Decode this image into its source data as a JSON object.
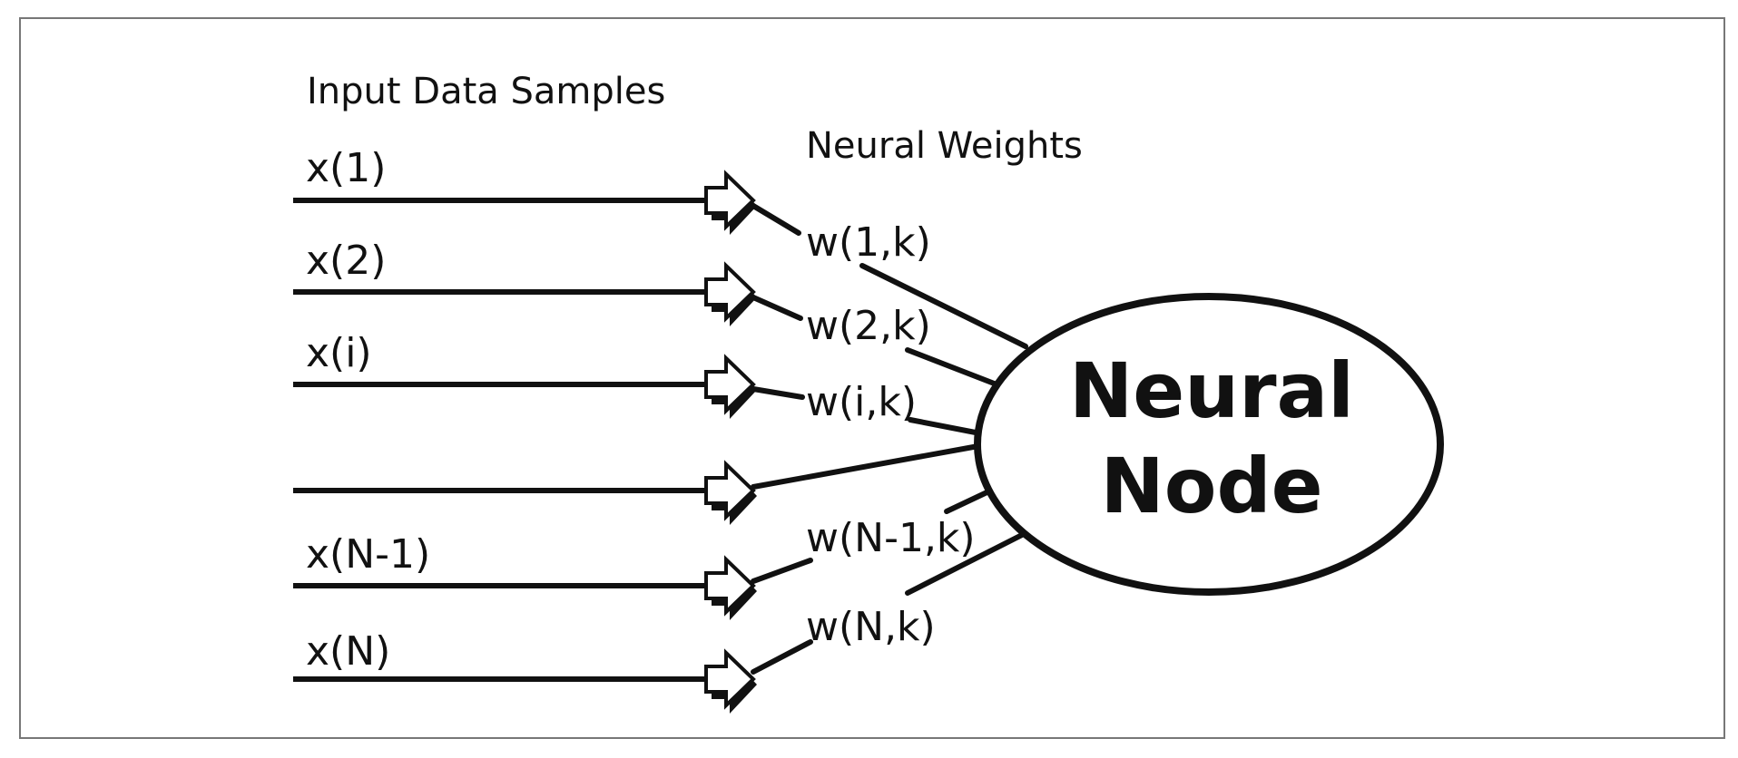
{
  "headings": {
    "inputs": "Input Data Samples",
    "weights": "Neural Weights"
  },
  "inputs": [
    {
      "x_label": "x(1)",
      "w_label": "w(1,k)"
    },
    {
      "x_label": "x(2)",
      "w_label": "w(2,k)"
    },
    {
      "x_label": "x(i)",
      "w_label": "w(i,k)"
    },
    {
      "x_label": "",
      "w_label": ""
    },
    {
      "x_label": "x(N-1)",
      "w_label": "w(N-1,k)"
    },
    {
      "x_label": "x(N)",
      "w_label": "w(N,k)"
    }
  ],
  "node": {
    "line1": "Neural",
    "line2": "Node"
  },
  "colors": {
    "ink": "#111111",
    "background": "#ffffff",
    "frame": "#777777"
  }
}
